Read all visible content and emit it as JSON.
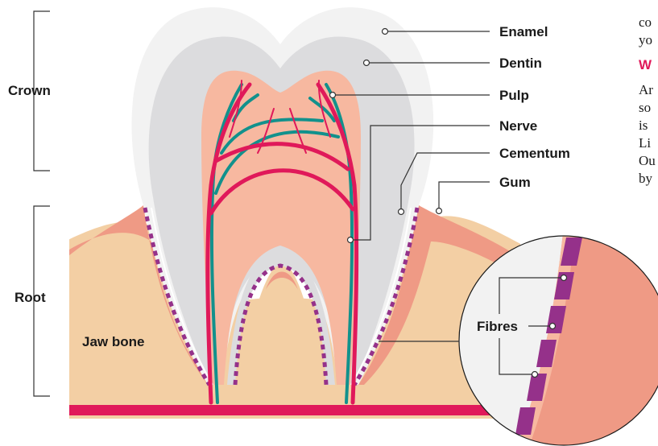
{
  "labels": {
    "enamel": "Enamel",
    "dentin": "Dentin",
    "pulp": "Pulp",
    "nerve": "Nerve",
    "cementum": "Cementum",
    "gum": "Gum",
    "crown": "Crown",
    "root": "Root",
    "jaw_bone": "Jaw bone",
    "fibres": "Fibres"
  },
  "side_text": {
    "line1": "co",
    "line2": "yo",
    "heading": "W",
    "line3": "Ar",
    "line4": "so",
    "line5": "is",
    "line6": "Li",
    "line7": "Ou",
    "line8": "by"
  },
  "colors": {
    "enamel": "#f2f2f2",
    "dentin": "#dcdcde",
    "pulp": "#f7b8a0",
    "gum": "#ef9a85",
    "bone": "#f3cfa4",
    "nerve": "#e0195a",
    "nerve_teal": "#12918c",
    "cementum": "#95318a",
    "heading": "#e0195a"
  }
}
